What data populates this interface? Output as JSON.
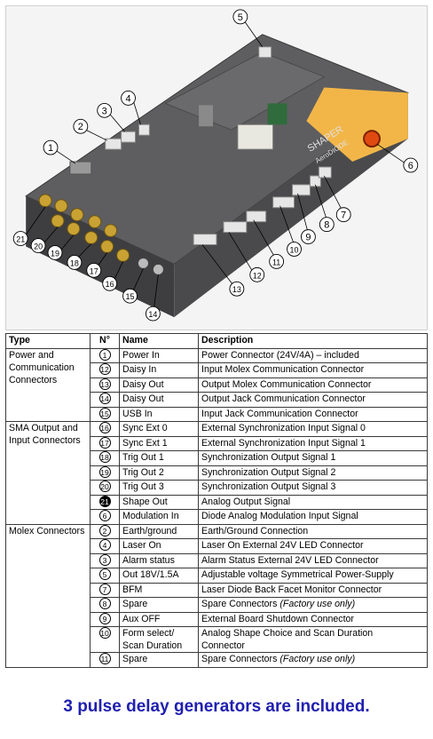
{
  "figure": {
    "board_label": "SHAPER",
    "board_sublabel": "AeroDIODE",
    "callouts": [
      "1",
      "2",
      "3",
      "4",
      "5",
      "6",
      "7",
      "8",
      "9",
      "10",
      "11",
      "12",
      "13",
      "14",
      "15",
      "16",
      "17",
      "18",
      "19",
      "20",
      "21"
    ]
  },
  "table": {
    "headers": [
      "Type",
      "N°",
      "Name",
      "Description"
    ],
    "groups": [
      {
        "type": "Power and Communication Connectors",
        "rows": [
          {
            "num": "1",
            "name": "Power In",
            "desc": "Power Connector (24V/4A) – included"
          },
          {
            "num": "12",
            "name": "Daisy In",
            "desc": "Input Molex Communication Connector"
          },
          {
            "num": "13",
            "name": "Daisy Out",
            "desc": "Output Molex Communication Connector"
          },
          {
            "num": "14",
            "name": "Daisy Out",
            "desc": "Output Jack Communication Connector"
          },
          {
            "num": "15",
            "name": "USB In",
            "desc": "Input Jack Communication Connector"
          }
        ]
      },
      {
        "type": "SMA Output and Input Connectors",
        "rows": [
          {
            "num": "16",
            "name": "Sync Ext 0",
            "desc": "External Synchronization Input Signal 0"
          },
          {
            "num": "17",
            "name": "Sync Ext 1",
            "desc": "External Synchronization Input Signal 1"
          },
          {
            "num": "18",
            "name": "Trig Out 1",
            "desc": "Synchronization Output Signal 1"
          },
          {
            "num": "19",
            "name": "Trig Out 2",
            "desc": "Synchronization Output Signal 2"
          },
          {
            "num": "20",
            "name": "Trig Out 3",
            "desc": "Synchronization Output Signal 3"
          },
          {
            "num": "21",
            "name": "Shape Out",
            "desc": "Analog Output Signal"
          },
          {
            "num": "6",
            "name": "Modulation In",
            "desc": "Diode Analog Modulation Input Signal"
          }
        ]
      },
      {
        "type": "Molex Connectors",
        "rows": [
          {
            "num": "2",
            "name": "Earth/ground",
            "desc": "Earth/Ground  Connection"
          },
          {
            "num": "4",
            "name": "Laser On",
            "desc": "Laser On External 24V LED Connector"
          },
          {
            "num": "3",
            "name": "Alarm status",
            "desc": "Alarm Status External 24V LED Connector"
          },
          {
            "num": "5",
            "name": "Out 18V/1.5A",
            "desc": "Adjustable voltage Symmetrical Power-Supply"
          },
          {
            "num": "7",
            "name": "BFM",
            "desc": "Laser Diode Back Facet Monitor Connector"
          },
          {
            "num": "8",
            "name": "Spare",
            "desc": "Spare Connectors ",
            "desc_italic": "(Factory use only)"
          },
          {
            "num": "9",
            "name": "Aux OFF",
            "desc": "External Board Shutdown Connector"
          },
          {
            "num": "10",
            "name": "Form select/",
            "name2": "Scan Duration",
            "desc": "Analog Shape Choice and Scan Duration",
            "desc2": "Connector"
          },
          {
            "num": "11",
            "name": "Spare",
            "desc": "Spare Connectors ",
            "desc_italic": "(Factory use only)"
          }
        ]
      }
    ]
  },
  "footer": "3 pulse delay generators are included."
}
